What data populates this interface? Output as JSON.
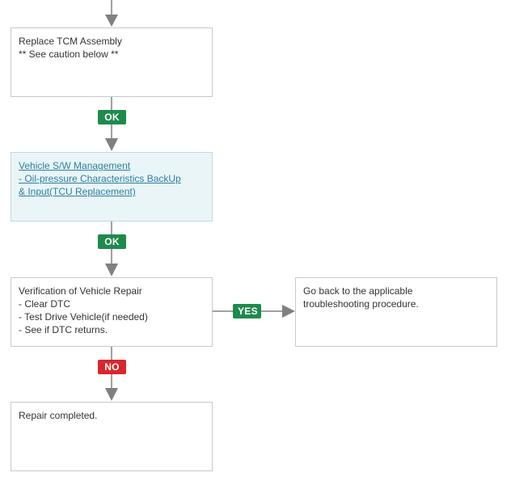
{
  "colors": {
    "ok": "#1e8a4c",
    "yes": "#1e8a4c",
    "no": "#d9262c",
    "connector": "#808080",
    "link": "#2a7fa2",
    "highlight_bg": "#eaf5f8"
  },
  "steps": {
    "replace_tcm": {
      "lines": [
        "Replace TCM Assembly",
        "** See caution below **"
      ]
    },
    "sw_management": {
      "links": [
        "Vehicle S/W Management",
        "- Oil-pressure Characteristics BackUp",
        "& Input(TCU Replacement)"
      ]
    },
    "verification": {
      "lines": [
        "Verification of Vehicle Repair",
        "- Clear DTC",
        "- Test Drive Vehicle(if needed)",
        "- See if DTC returns."
      ]
    },
    "go_back": {
      "lines": [
        "Go back to the applicable",
        "troubleshooting procedure."
      ]
    },
    "repair_completed": {
      "lines": [
        "Repair completed."
      ]
    }
  },
  "badges": {
    "ok_1": "OK",
    "ok_2": "OK",
    "yes": "YES",
    "no": "NO"
  }
}
